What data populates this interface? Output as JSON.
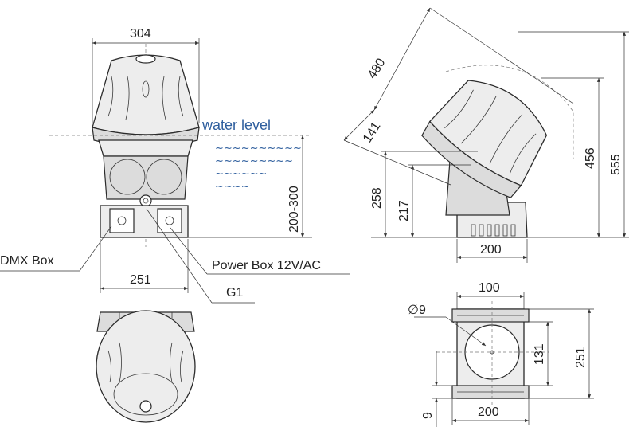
{
  "labels": {
    "water_level": "water level",
    "dmx_box": "DMX Box",
    "power_box": "Power Box 12V/AC",
    "g1": "G1"
  },
  "waves": [
    "~~~~~~~~~~",
    "~~~~~~~~~",
    "~~~~~~",
    "~~~~"
  ],
  "dimensions": {
    "front_width_top": "304",
    "front_width_bottom": "251",
    "front_height": "200-300",
    "tilt_length": "480",
    "tilt_141": "141",
    "tilt_258": "258",
    "tilt_217": "217",
    "tilt_456": "456",
    "tilt_555": "555",
    "side_base_width": "200",
    "plate_top_width": "100",
    "plate_bottom_width": "200",
    "plate_hole": "∅9",
    "plate_131": "131",
    "plate_251": "251",
    "plate_9": "9"
  },
  "colors": {
    "line": "#2b2b2b",
    "water": "#2f5f9e"
  }
}
